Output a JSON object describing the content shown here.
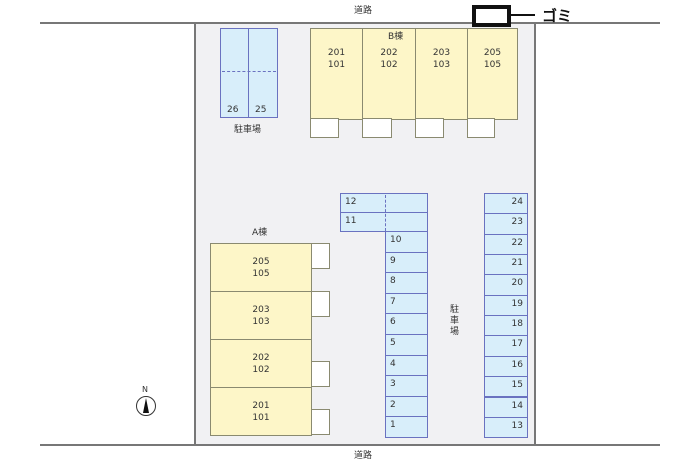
{
  "labels": {
    "road_top": "道路",
    "road_bottom": "道路",
    "trash": "ゴミ",
    "building_a": "A棟",
    "building_b": "B棟",
    "parking_top": "駐車場",
    "parking_center": "駐車場",
    "north": "N"
  },
  "building_b_units": [
    "201\n101",
    "202\n102",
    "203\n103",
    "205\n105"
  ],
  "building_a_units": [
    "205\n105",
    "203\n103",
    "202\n102",
    "201\n101"
  ],
  "parking_top_spaces": [
    "26",
    "25"
  ],
  "parking_upper": [
    "12",
    "11"
  ],
  "parking_left_column": [
    "10",
    "9",
    "8",
    "7",
    "6",
    "5",
    "4",
    "3",
    "2",
    "1"
  ],
  "parking_right_column": [
    "24",
    "23",
    "22",
    "21",
    "20",
    "19",
    "18",
    "17",
    "16",
    "15",
    "14",
    "13"
  ],
  "colors": {
    "building": "#fdf6c8",
    "parking": "#d8eefa",
    "lot": "#f1f1f3"
  }
}
